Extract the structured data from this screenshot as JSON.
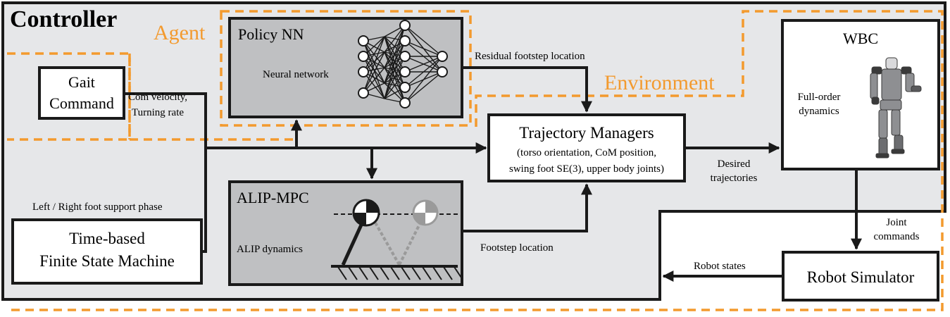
{
  "colors": {
    "accent_orange": "#F39A2E",
    "controller_fill": "#E6E7E9",
    "block_gray": "#BFC0C2",
    "line": "#1A1A1A",
    "white": "#FFFFFF"
  },
  "controller": {
    "title": "Controller"
  },
  "agent": {
    "label": "Agent"
  },
  "environment": {
    "label": "Environment"
  },
  "blocks": {
    "gait": {
      "line1": "Gait",
      "line2": "Command"
    },
    "policy": {
      "title": "Policy NN",
      "subtitle": "Neural network"
    },
    "fsm": {
      "line1": "Time-based",
      "line2": "Finite State Machine"
    },
    "alip": {
      "title": "ALIP-MPC",
      "subtitle": "ALIP dynamics"
    },
    "traj": {
      "title": "Trajectory Managers",
      "line1": "(torso orientation, CoM position,",
      "line2": "swing foot SE(3), upper body joints)"
    },
    "wbc": {
      "title": "WBC",
      "line1": "Full-order",
      "line2": "dynamics"
    },
    "robot_sim": {
      "title": "Robot Simulator"
    }
  },
  "edge_labels": {
    "com_velocity": "Com velocity,",
    "turning_rate": "Turning rate",
    "residual": "Residual footstep location",
    "support_phase": "Left / Right foot support phase",
    "footstep": "Footstep location",
    "desired1": "Desired",
    "desired2": "trajectories",
    "joint1": "Joint",
    "joint2": "commands",
    "robot_states": "Robot states"
  },
  "icons": [
    "neural-network-icon",
    "alip-pendulum-icon",
    "humanoid-robot-icon"
  ]
}
